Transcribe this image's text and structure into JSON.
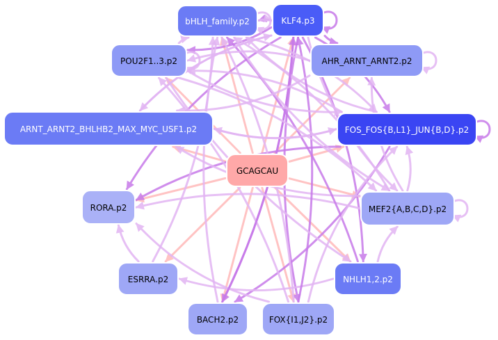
{
  "colors": {
    "edge_regulator": "#c77ae9",
    "edge_regulator_light": "#e2b5f3",
    "edge_mirna": "#ffc0c0",
    "node_outline": "#ffffff"
  },
  "nodes": [
    {
      "id": "bhlh",
      "label": "bHLH_family.p2",
      "fill": "#6b7bf5",
      "text_color": "#ffffff"
    },
    {
      "id": "klf4",
      "label": "KLF4.p3",
      "fill": "#4a5cf7",
      "text_color": "#ffffff"
    },
    {
      "id": "pou2f1",
      "label": "POU2F1..3.p2",
      "fill": "#8e9af6",
      "text_color": "#000000"
    },
    {
      "id": "ahr",
      "label": "AHR_ARNT_ARNT2.p2",
      "fill": "#8e9af6",
      "text_color": "#000000"
    },
    {
      "id": "arnt",
      "label": "ARNT_ARNT2_BHLHB2_MAX_MYC_USF1.p2",
      "fill": "#6b7bf5",
      "text_color": "#ffffff"
    },
    {
      "id": "fos",
      "label": "FOS_FOS{B,L1}_JUN{B,D}.p2",
      "fill": "#3a45f3",
      "text_color": "#ffffff"
    },
    {
      "id": "gcag",
      "label": "GCAGCAU",
      "fill": "#ffa8a8",
      "text_color": "#000000"
    },
    {
      "id": "rora",
      "label": "RORA.p2",
      "fill": "#aab1f7",
      "text_color": "#000000"
    },
    {
      "id": "mef2",
      "label": "MEF2{A,B,C,D}.p2",
      "fill": "#9ea7f6",
      "text_color": "#000000"
    },
    {
      "id": "esrra",
      "label": "ESRRA.p2",
      "fill": "#9ea7f6",
      "text_color": "#000000"
    },
    {
      "id": "nhlh",
      "label": "NHLH1,2.p2",
      "fill": "#6b7bf5",
      "text_color": "#ffffff"
    },
    {
      "id": "bach2",
      "label": "BACH2.p2",
      "fill": "#9ea7f6",
      "text_color": "#000000"
    },
    {
      "id": "fox",
      "label": "FOX{I1,J2}.p2",
      "fill": "#9ea7f6",
      "text_color": "#000000"
    }
  ],
  "edges": [
    {
      "from": "gcag",
      "to": "bhlh",
      "kind": "mirna"
    },
    {
      "from": "gcag",
      "to": "klf4",
      "kind": "mirna"
    },
    {
      "from": "gcag",
      "to": "ahr",
      "kind": "mirna"
    },
    {
      "from": "gcag",
      "to": "arnt",
      "kind": "mirna"
    },
    {
      "from": "gcag",
      "to": "fos",
      "kind": "mirna"
    },
    {
      "from": "gcag",
      "to": "rora",
      "kind": "mirna"
    },
    {
      "from": "gcag",
      "to": "mef2",
      "kind": "mirna"
    },
    {
      "from": "gcag",
      "to": "esrra",
      "kind": "mirna"
    },
    {
      "from": "gcag",
      "to": "nhlh",
      "kind": "mirna"
    },
    {
      "from": "gcag",
      "to": "bach2",
      "kind": "mirna"
    },
    {
      "from": "gcag",
      "to": "fox",
      "kind": "mirna"
    },
    {
      "from": "gcag",
      "to": "pou2f1",
      "kind": "mirna"
    },
    {
      "from": "klf4",
      "to": "bhlh",
      "kind": "tf"
    },
    {
      "from": "bhlh",
      "to": "klf4",
      "kind": "tf_light"
    },
    {
      "from": "klf4",
      "to": "ahr",
      "kind": "tf"
    },
    {
      "from": "klf4",
      "to": "pou2f1",
      "kind": "tf"
    },
    {
      "from": "klf4",
      "to": "arnt",
      "kind": "tf_light"
    },
    {
      "from": "klf4",
      "to": "fos",
      "kind": "tf"
    },
    {
      "from": "klf4",
      "to": "rora",
      "kind": "tf"
    },
    {
      "from": "klf4",
      "to": "nhlh",
      "kind": "tf"
    },
    {
      "from": "klf4",
      "to": "fox",
      "kind": "tf"
    },
    {
      "from": "klf4",
      "to": "bach2",
      "kind": "tf"
    },
    {
      "from": "klf4",
      "to": "mef2",
      "kind": "tf_light"
    },
    {
      "from": "fos",
      "to": "arnt",
      "kind": "tf_light"
    },
    {
      "from": "fos",
      "to": "pou2f1",
      "kind": "tf_light"
    },
    {
      "from": "fos",
      "to": "bhlh",
      "kind": "tf_light"
    },
    {
      "from": "fos",
      "to": "rora",
      "kind": "tf"
    },
    {
      "from": "fos",
      "to": "bach2",
      "kind": "tf"
    },
    {
      "from": "mef2",
      "to": "fos",
      "kind": "tf_light"
    },
    {
      "from": "mef2",
      "to": "arnt",
      "kind": "tf_light"
    },
    {
      "from": "mef2",
      "to": "bhlh",
      "kind": "tf_light"
    },
    {
      "from": "mef2",
      "to": "ahr",
      "kind": "tf_light"
    },
    {
      "from": "mef2",
      "to": "rora",
      "kind": "tf_light"
    },
    {
      "from": "nhlh",
      "to": "mef2",
      "kind": "tf_light"
    },
    {
      "from": "nhlh",
      "to": "bhlh",
      "kind": "tf"
    },
    {
      "from": "nhlh",
      "to": "esrra",
      "kind": "tf_light"
    },
    {
      "from": "fox",
      "to": "bhlh",
      "kind": "tf_light"
    },
    {
      "from": "fox",
      "to": "fos",
      "kind": "tf_light"
    },
    {
      "from": "fox",
      "to": "pou2f1",
      "kind": "tf_light"
    },
    {
      "from": "fox",
      "to": "rora",
      "kind": "tf_light"
    },
    {
      "from": "fox",
      "to": "klf4",
      "kind": "tf"
    },
    {
      "from": "bach2",
      "to": "bhlh",
      "kind": "tf_light"
    },
    {
      "from": "bach2",
      "to": "klf4",
      "kind": "tf"
    },
    {
      "from": "esrra",
      "to": "rora",
      "kind": "tf_light"
    },
    {
      "from": "esrra",
      "to": "bhlh",
      "kind": "tf_light"
    },
    {
      "from": "pou2f1",
      "to": "bhlh",
      "kind": "tf_light"
    },
    {
      "from": "pou2f1",
      "to": "fos",
      "kind": "tf_light"
    },
    {
      "from": "pou2f1",
      "to": "mef2",
      "kind": "tf_light"
    },
    {
      "from": "pou2f1",
      "to": "nhlh",
      "kind": "tf_light"
    },
    {
      "from": "bhlh",
      "to": "fos",
      "kind": "tf_light"
    },
    {
      "from": "bhlh",
      "to": "mef2",
      "kind": "tf_light"
    },
    {
      "from": "ahr",
      "to": "arnt",
      "kind": "tf_light"
    },
    {
      "from": "ahr",
      "to": "pou2f1",
      "kind": "tf_light"
    },
    {
      "from": "arnt",
      "to": "klf4",
      "kind": "tf_light"
    },
    {
      "from": "arnt",
      "to": "fos",
      "kind": "tf_light"
    },
    {
      "from": "klf4",
      "to": "klf4",
      "kind": "tf"
    },
    {
      "from": "fos",
      "to": "fos",
      "kind": "tf"
    },
    {
      "from": "ahr",
      "to": "ahr",
      "kind": "tf_light"
    },
    {
      "from": "mef2",
      "to": "mef2",
      "kind": "tf_light"
    },
    {
      "from": "pou2f1",
      "to": "pou2f1",
      "kind": "tf_light"
    },
    {
      "from": "bhlh",
      "to": "bhlh",
      "kind": "tf_light"
    }
  ]
}
